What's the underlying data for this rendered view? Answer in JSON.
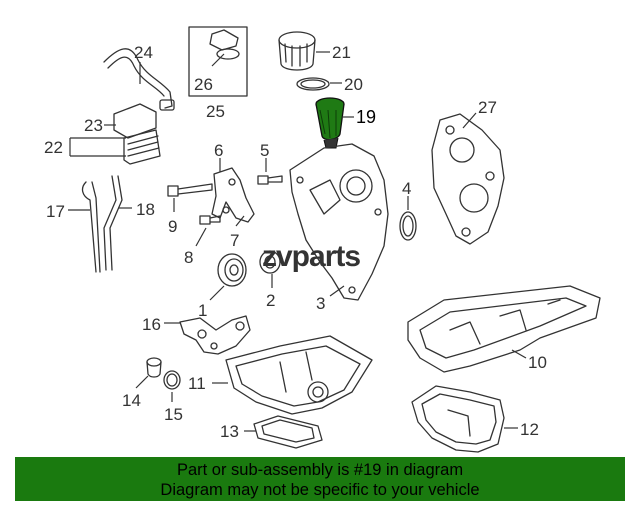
{
  "watermark": "zvparts",
  "callouts": [
    {
      "id": "24",
      "text": "24"
    },
    {
      "id": "21",
      "text": "21"
    },
    {
      "id": "26",
      "text": "26"
    },
    {
      "id": "20",
      "text": "20"
    },
    {
      "id": "25",
      "text": "25"
    },
    {
      "id": "19",
      "text": "19"
    },
    {
      "id": "27",
      "text": "27"
    },
    {
      "id": "23",
      "text": "23"
    },
    {
      "id": "22",
      "text": "22"
    },
    {
      "id": "6",
      "text": "6"
    },
    {
      "id": "5",
      "text": "5"
    },
    {
      "id": "4",
      "text": "4"
    },
    {
      "id": "17",
      "text": "17"
    },
    {
      "id": "18",
      "text": "18"
    },
    {
      "id": "9",
      "text": "9"
    },
    {
      "id": "7",
      "text": "7"
    },
    {
      "id": "8",
      "text": "8"
    },
    {
      "id": "1",
      "text": "1"
    },
    {
      "id": "2",
      "text": "2"
    },
    {
      "id": "3",
      "text": "3"
    },
    {
      "id": "16",
      "text": "16"
    },
    {
      "id": "10",
      "text": "10"
    },
    {
      "id": "11",
      "text": "11"
    },
    {
      "id": "14",
      "text": "14"
    },
    {
      "id": "15",
      "text": "15"
    },
    {
      "id": "13",
      "text": "13"
    },
    {
      "id": "12",
      "text": "12"
    }
  ],
  "highlight_part": "19",
  "colors": {
    "banner": "#1a7a0f",
    "highlight": "#1f7a14",
    "line": "#333333"
  },
  "banner": {
    "line1": "Part or sub-assembly is #19 in diagram",
    "line2": "Diagram may not be specific to your vehicle"
  }
}
